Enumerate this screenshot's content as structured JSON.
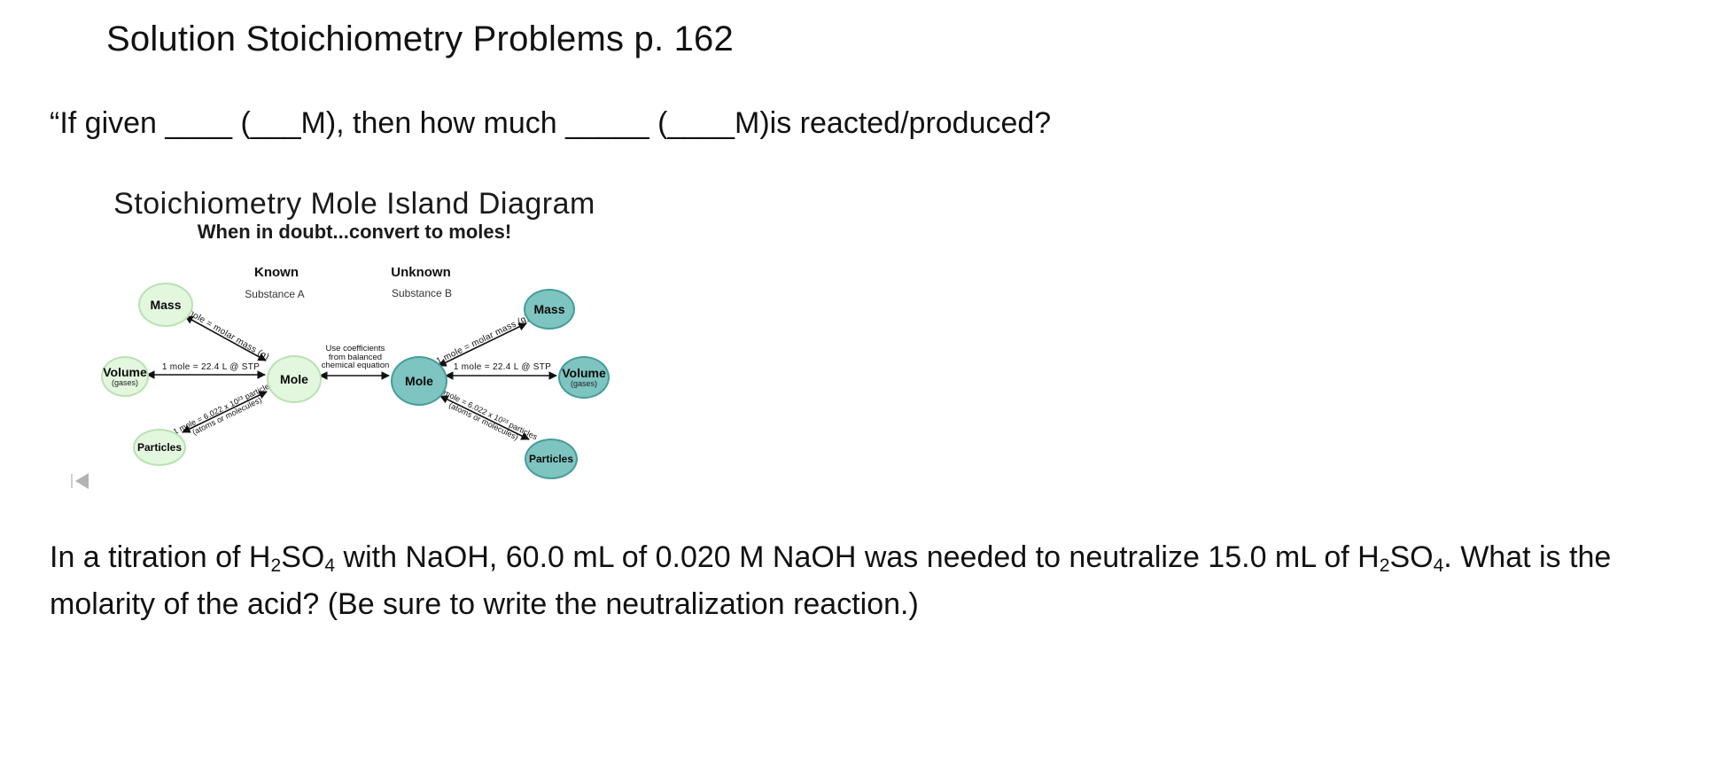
{
  "page": {
    "title": "Solution Stoichiometry Problems p. 162",
    "question": "“If given ____ (___M), then how much _____ (____M)is reacted/produced?"
  },
  "diagram": {
    "title": "Stoichiometry Mole Island Diagram",
    "subtitle": "When in doubt...convert to moles!",
    "known_header": "Known",
    "known_substance": "Substance A",
    "unknown_header": "Unknown",
    "unknown_substance": "Substance B",
    "node_mass": "Mass",
    "node_mole": "Mole",
    "node_volume": "Volume",
    "node_volume_note": "(gases)",
    "node_particles": "Particles",
    "label_molar_mass": "1 mole  =  molar mass (g)",
    "label_volume_stp": "1 mole  =  22.4 L @ STP",
    "label_particles_1": "1 mole  =  6.022 x 10²³ particles",
    "label_particles_2": "(atoms or molecules)",
    "label_coeff_1": "Use coefficients",
    "label_coeff_2": "from balanced",
    "label_coeff_3": "chemical equation",
    "icons": {
      "prev": "previous-slide-icon"
    },
    "colors": {
      "known_fill": "#e3f6de",
      "known_border": "#b8e2b2",
      "unknown_fill": "#7ec4c1",
      "unknown_border": "#459d98"
    }
  },
  "problem": {
    "segments": [
      {
        "t": "In a titration of H"
      },
      {
        "s": "2"
      },
      {
        "t": "SO"
      },
      {
        "s": "4"
      },
      {
        "t": " with NaOH, 60.0 mL of 0.020 M NaOH was needed to neutralize 15.0 mL of H"
      },
      {
        "s": "2"
      },
      {
        "t": "SO"
      },
      {
        "s": "4"
      },
      {
        "t": ". What is the"
      },
      {
        "br": true
      },
      {
        "t": "molarity of the acid? (Be sure to write the neutralization reaction.)"
      }
    ]
  }
}
